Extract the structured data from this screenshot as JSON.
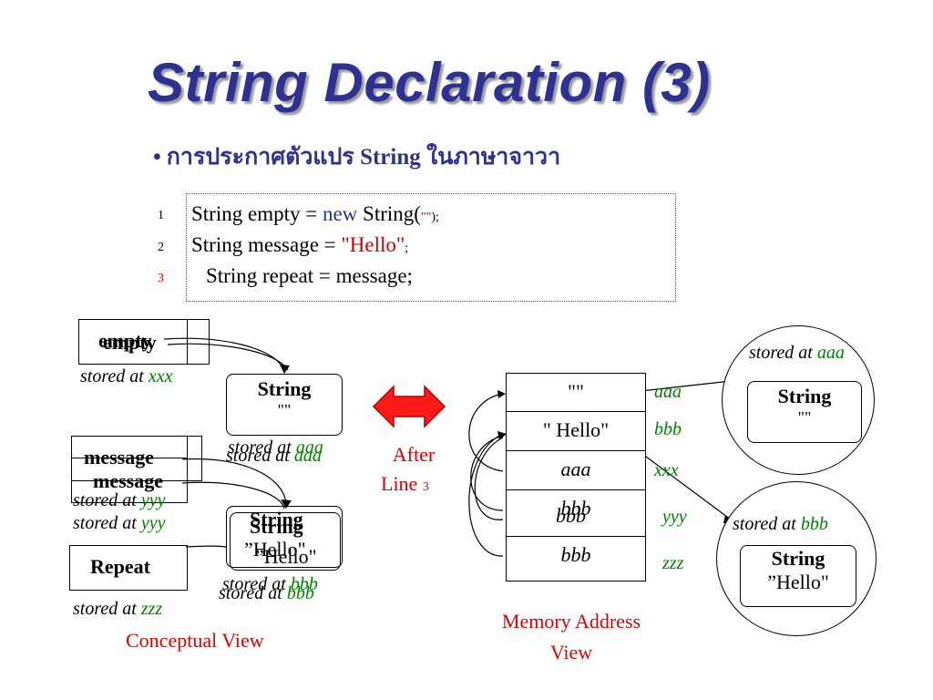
{
  "title": "String Declaration (3)",
  "bullet": {
    "marker": "•",
    "text_before": "การประกาศตัวแปร ",
    "text_word": "String",
    "text_after": " ในภาษาจาวา"
  },
  "code": {
    "lines": [
      {
        "num": "1",
        "p1": "String empty = ",
        "kw": "new",
        "p2": " String(",
        "str": "\"\"",
        "p3": ");"
      },
      {
        "num": "2",
        "p1": "String message = ",
        "str": "\"Hello\"",
        "p3": ";"
      },
      {
        "num": "3",
        "p1": "String repeat = message;"
      }
    ]
  },
  "conceptual": {
    "empty_label": "empty",
    "empty_stored": "stored at ",
    "empty_addr": "xxx",
    "string_label": "String",
    "string_empty_value": "\"\"",
    "string1_stored": "stored at ",
    "string1_addr": "aaa",
    "message_label": "message",
    "message_stored": "stored at ",
    "message_addr": "yyy",
    "string2_value": "”Hello\"",
    "string2_stored": "stored at ",
    "string2_addr": "bbb",
    "repeat_label": "Repeat",
    "repeat_stored": "stored at ",
    "repeat_addr": "zzz",
    "caption": "Conceptual View"
  },
  "after": {
    "line1": "After",
    "line2": "Line ",
    "num": "3"
  },
  "memory": {
    "cells": [
      "\"\"",
      "\" Hello\"",
      "aaa",
      "bbb",
      "bbb"
    ],
    "addresses": [
      "aaa",
      "bbb",
      "xxx",
      "yyy",
      "zzz"
    ],
    "caption_line1": "Memory Address",
    "caption_line2": "View"
  },
  "right": {
    "top_stored": "stored at ",
    "top_addr": "aaa",
    "top_string": "String",
    "top_value": "\"\"",
    "bottom_stored": "stored at ",
    "bottom_addr": "bbb",
    "bottom_string": "String",
    "bottom_value": "”Hello\""
  },
  "colors": {
    "title": "#2e3192",
    "red": "#e00000",
    "green": "#008000"
  }
}
